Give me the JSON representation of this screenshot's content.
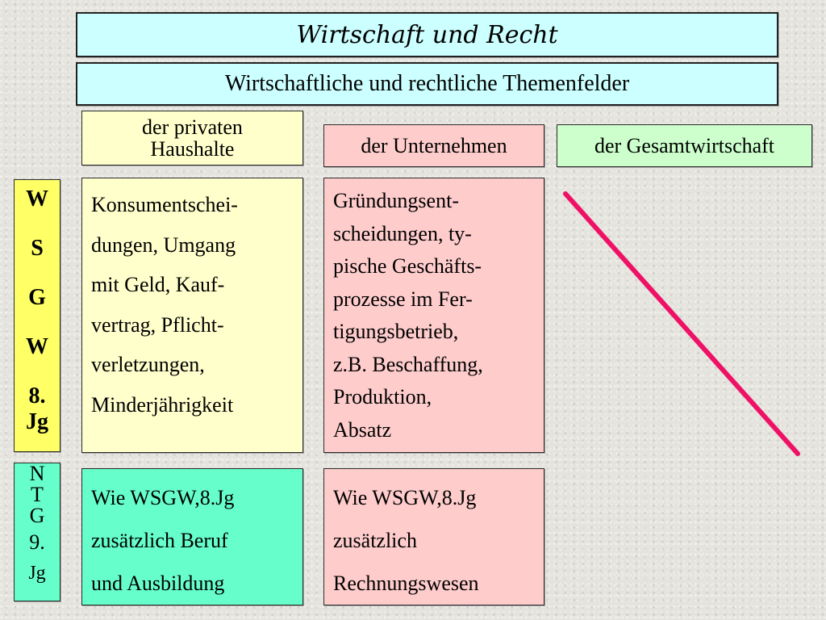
{
  "title": "Wirtschaft und Recht",
  "subtitle": "Wirtschaftliche und rechtliche Themenfelder",
  "columns": [
    {
      "lines": [
        "der privaten",
        "Haushalte"
      ]
    },
    {
      "lines": [
        "der Unternehmen"
      ]
    },
    {
      "lines": [
        "der Gesamtwirtschaft"
      ]
    }
  ],
  "rows": [
    {
      "label": [
        "W",
        "S",
        "G",
        "W",
        "8.",
        "Jg"
      ],
      "cells": [
        [
          "Konsumentschei-",
          "dungen, Umgang",
          "mit Geld, Kauf-",
          "vertrag, Pflicht-",
          "verletzungen,",
          "Minderjährigkeit"
        ],
        [
          "Gründungsent-",
          "scheidungen, ty-",
          "pische Geschäfts-",
          "prozesse im Fer-",
          "tigungsbetrieb,",
          "z.B. Beschaffung,",
          "Produktion,",
          "Absatz"
        ]
      ]
    },
    {
      "label": [
        "N",
        "T",
        "G",
        "9.",
        "Jg"
      ],
      "cells": [
        [
          "Wie WSGW,8.Jg",
          "zusätzlich Beruf",
          "und Ausbildung"
        ],
        [
          "Wie WSGW,8.Jg",
          "zusätzlich",
          "Rechnungswesen"
        ]
      ]
    }
  ],
  "colors": {
    "header_cyan": "#ccffff",
    "yellow_cell": "#ffffcc",
    "pink_cell": "#ffcccc",
    "green_cell": "#ccffcc",
    "label_yellow": "#ffff66",
    "mint": "#66ffcc",
    "strike_line": "#ee1166"
  },
  "icons": [
    "strike-through-line"
  ]
}
